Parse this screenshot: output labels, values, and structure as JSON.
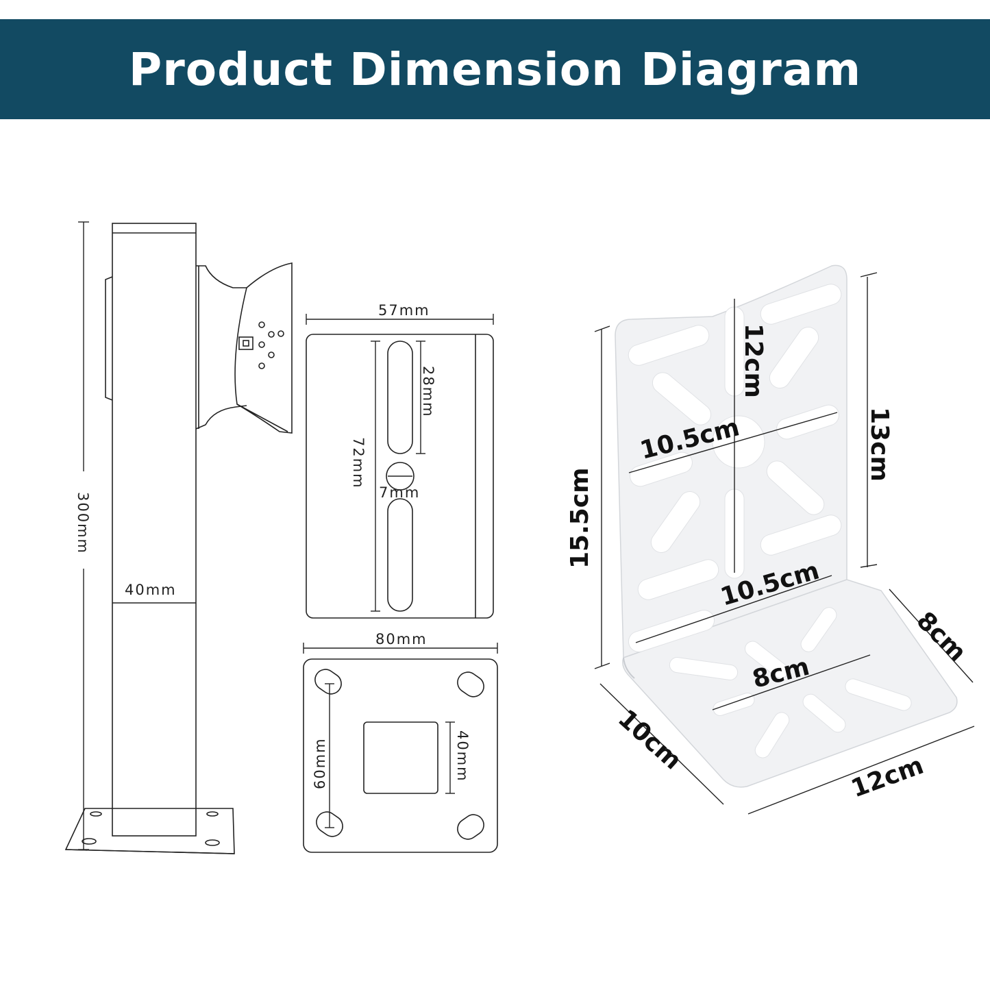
{
  "header": {
    "title": "Product Dimension Diagram"
  },
  "colors": {
    "banner": "#124a62",
    "banner_text": "#ffffff",
    "line": "#222222",
    "plate": "#f1f2f4"
  },
  "side_view": {
    "height_label": "300mm",
    "width_label": "40mm"
  },
  "slot_plate": {
    "width_label": "57mm",
    "slot_length_label": "28mm",
    "slot_span_label": "72mm",
    "hole_label": "7mm"
  },
  "base_plate": {
    "width_label": "80mm",
    "hole_spacing_label": "60mm",
    "square_label": "40mm"
  },
  "l_bracket": {
    "vertical_slot_label": "12cm",
    "top_width_label": "10.5cm",
    "right_height_label": "13cm",
    "left_height_label": "15.5cm",
    "bottom_width_label": "10.5cm",
    "base_depth_label": "8cm",
    "base_inner_label": "8cm",
    "base_side_label": "10cm",
    "base_front_label": "12cm"
  }
}
